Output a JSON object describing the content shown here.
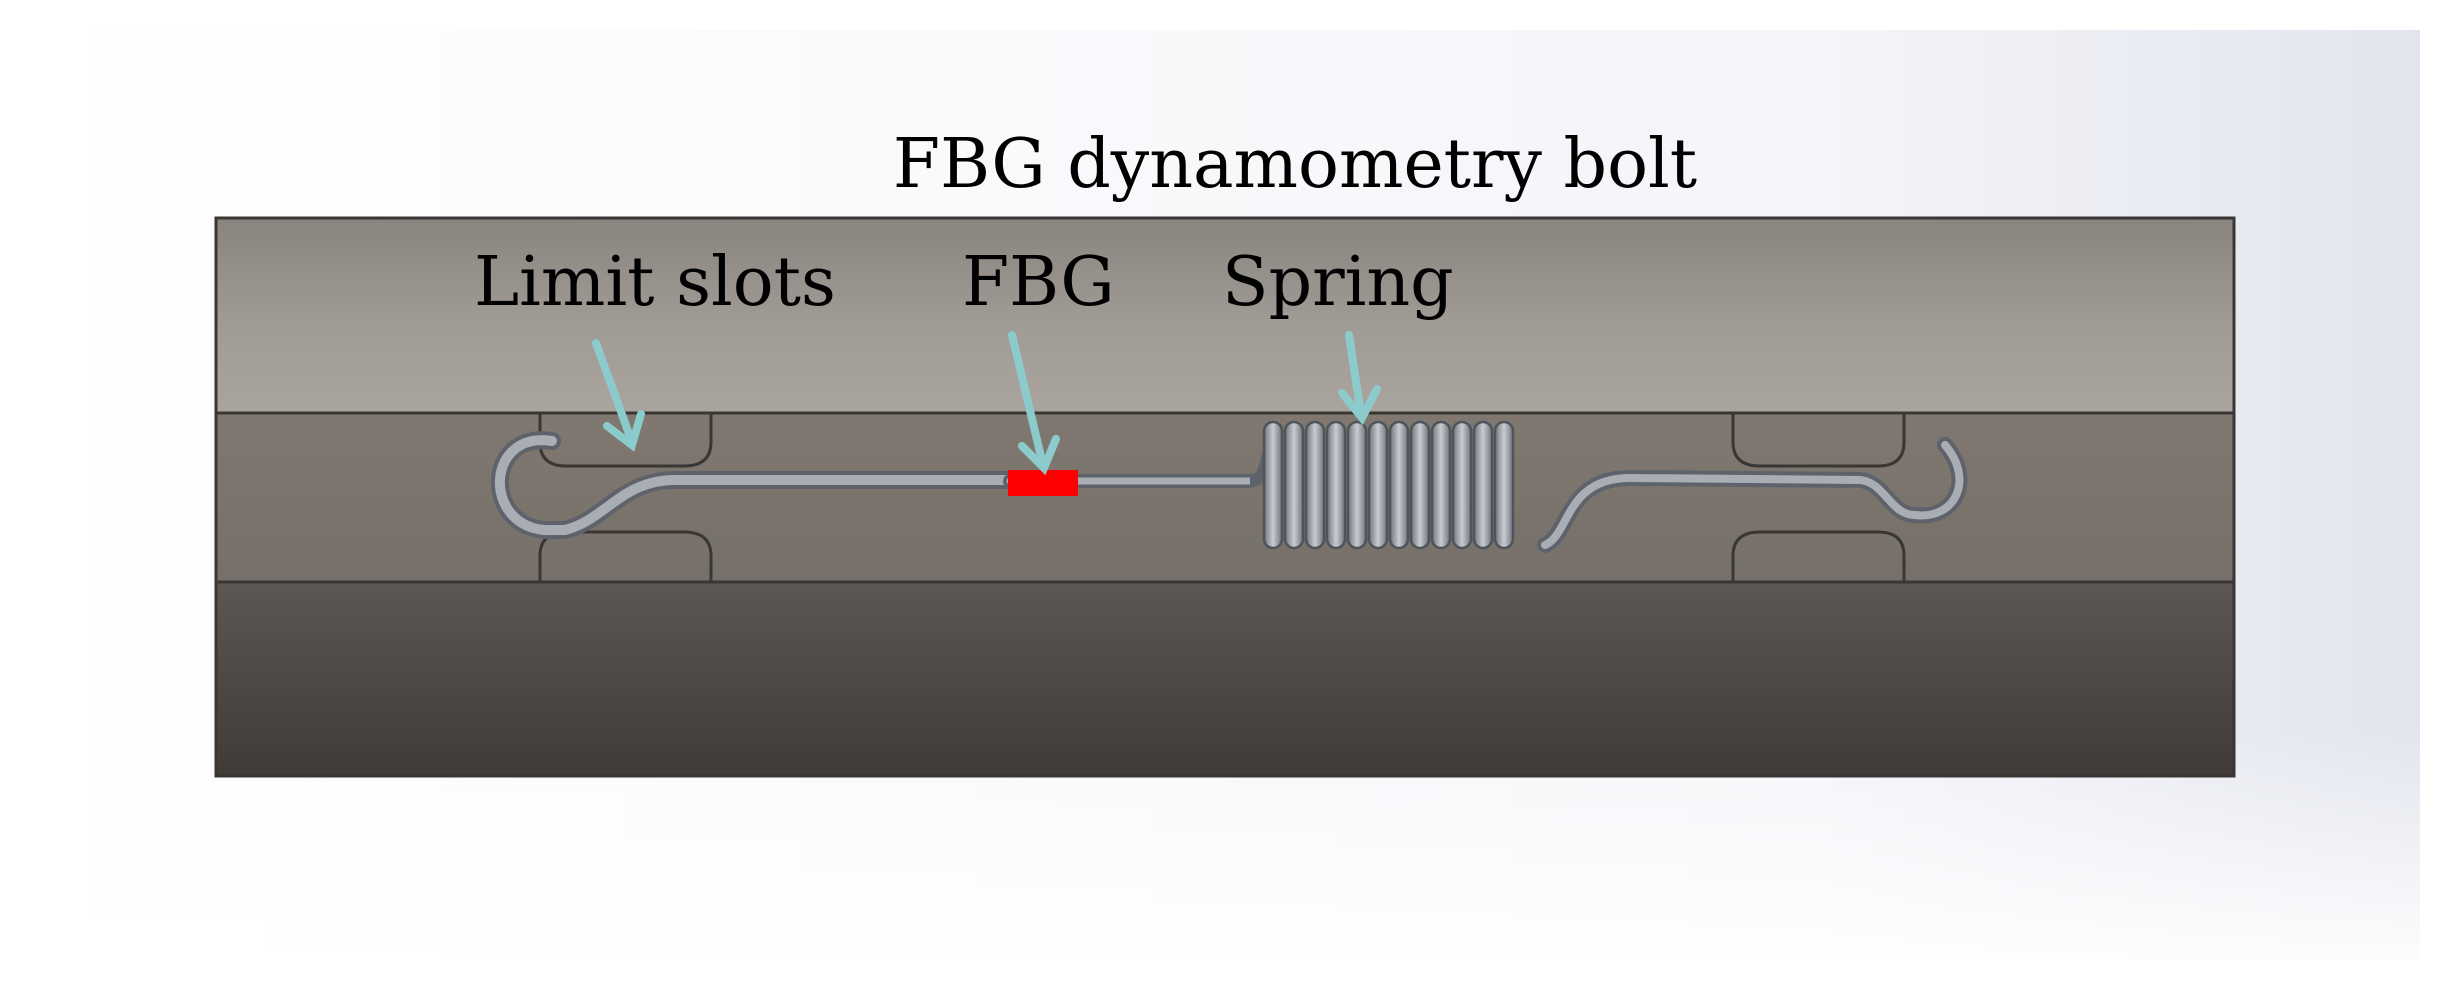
{
  "figure": {
    "title": "FBG dynamometry bolt",
    "labels": {
      "limit_slots": "Limit slots",
      "fbg": "FBG",
      "spring": "Spring"
    }
  },
  "colors": {
    "arrow": "#8ccbcb",
    "fbg_marker": "#ff0000",
    "wire": "#8f949c",
    "slot_outline": "#3a3634"
  }
}
